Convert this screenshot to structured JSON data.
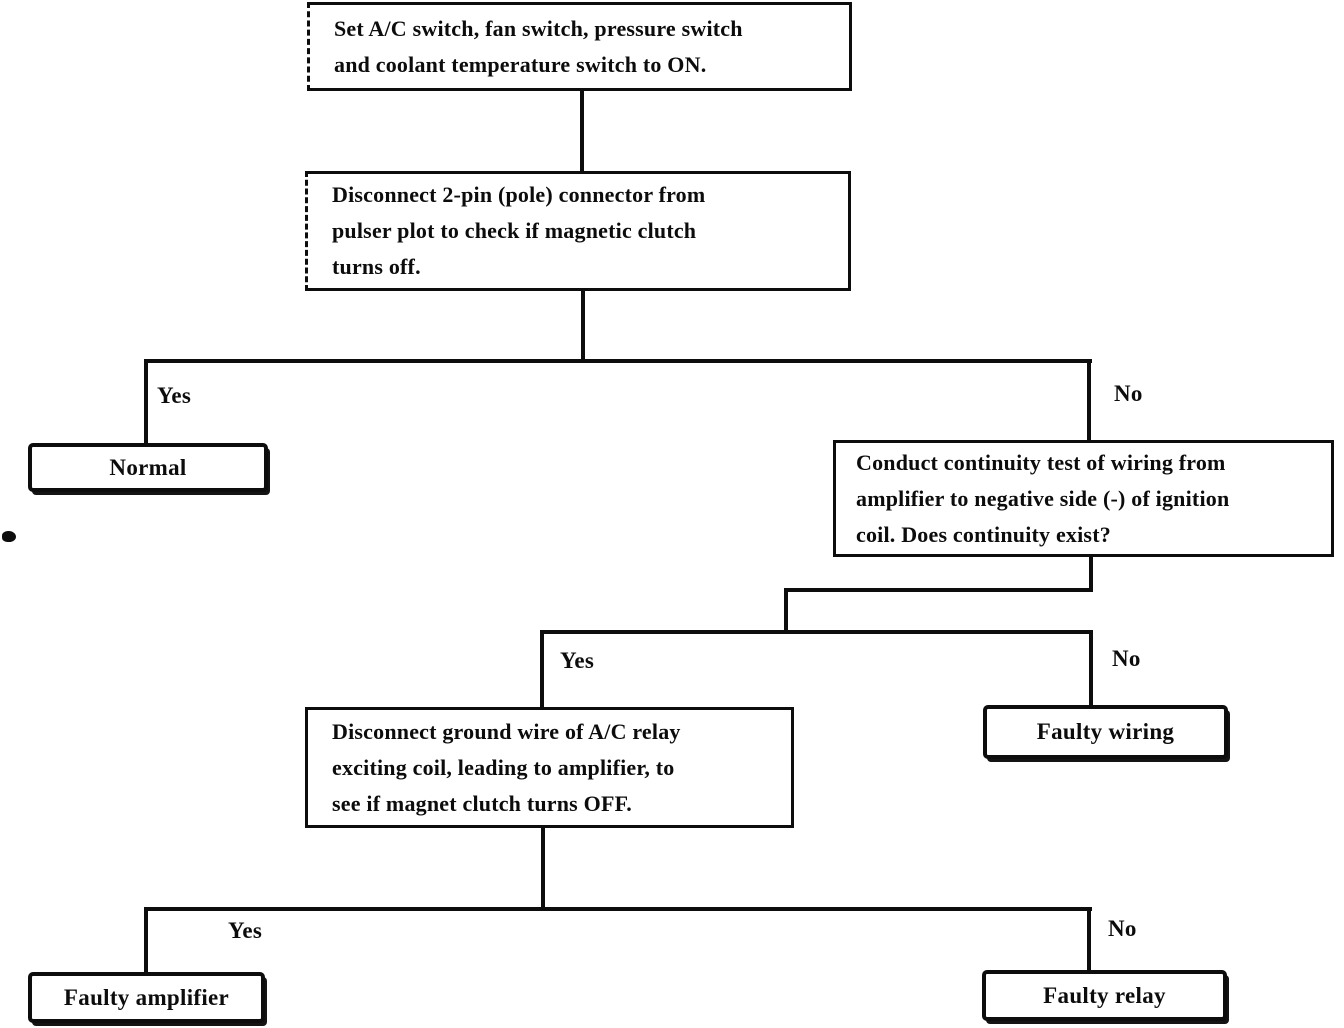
{
  "document": {
    "kind": "scanned troubleshooting flowchart",
    "ink_color": "#0d0d0d",
    "background_color": "#ffffff"
  },
  "nodes": {
    "step1": {
      "lines": [
        "Set A/C switch, fan switch, pressure switch",
        "and coolant temperature switch to ON."
      ]
    },
    "step2": {
      "lines": [
        "Disconnect 2-pin (pole) connector from",
        "pulser plot to check if magnetic clutch",
        "turns off."
      ]
    },
    "normal": {
      "label": "Normal"
    },
    "step3": {
      "lines": [
        "Conduct continuity test of wiring from",
        "amplifier to negative side (-) of ignition",
        "coil. Does continuity exist?"
      ]
    },
    "step4": {
      "lines": [
        "Disconnect ground wire of A/C relay",
        "exciting coil, leading to amplifier, to",
        "see if magnet clutch turns OFF."
      ]
    },
    "faulty_wiring": {
      "label": "Faulty wiring"
    },
    "faulty_amplifier": {
      "label": "Faulty amplifier"
    },
    "faulty_relay": {
      "label": "Faulty relay"
    }
  },
  "branches": {
    "branch1": {
      "yes": "Yes",
      "no": "No"
    },
    "branch2": {
      "yes": "Yes",
      "no": "No"
    },
    "branch3": {
      "yes": "Yes",
      "no": "No"
    }
  }
}
